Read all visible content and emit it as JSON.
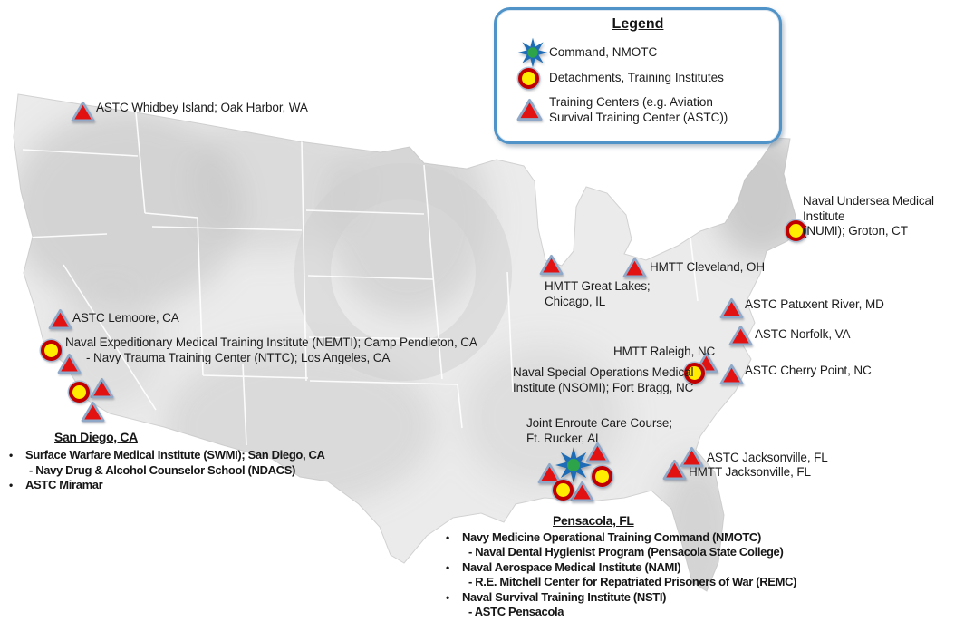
{
  "legend": {
    "title": "Legend",
    "items": [
      {
        "icon": "eight-point-star",
        "label": "Command, NMOTC"
      },
      {
        "icon": "ring-circle",
        "label": "Detachments, Training Institutes"
      },
      {
        "icon": "red-blue-triangle",
        "label": "Training Centers (e.g. Aviation\nSurvival Training Center (ASTC))"
      }
    ]
  },
  "map_labels": {
    "whidbey": "ASTC Whidbey Island; Oak Harbor, WA",
    "lemoore": "ASTC Lemoore, CA",
    "nemti": "Naval Expeditionary Medical Training Institute (NEMTI); Camp Pendleton, CA",
    "nttc": "-  Navy Trauma Training Center (NTTC); Los Angeles, CA",
    "great_lakes": "HMTT Great Lakes;\nChicago, IL",
    "cleveland": "HMTT Cleveland, OH",
    "numi": "Naval Undersea Medical Institute\n(NUMI); Groton, CT",
    "patuxent": "ASTC Patuxent River, MD",
    "norfolk": "ASTC Norfolk, VA",
    "raleigh": "HMTT Raleigh, NC",
    "nsomi": "Naval Special Operations Medical\nInstitute (NSOMI); Fort Bragg, NC",
    "cherry_point": "ASTC Cherry Point, NC",
    "ft_rucker": "Joint Enroute Care Course;\nFt. Rucker, AL",
    "astc_jacksonville": "ASTC Jacksonville, FL",
    "hmtt_jacksonville": "HMTT Jacksonville, FL"
  },
  "san_diego": {
    "title": "San Diego, CA",
    "bullet1": "Surface Warfare Medical Institute (SWMI); San Diego, CA",
    "bullet1_sub": "- Navy Drug & Alcohol Counselor School (NDACS)",
    "bullet2": "ASTC Miramar"
  },
  "pensacola": {
    "title": "Pensacola, FL",
    "bullet1": "Navy Medicine Operational Training Command (NMOTC)",
    "bullet1_sub": "- Naval Dental Hygienist Program (Pensacola State College)",
    "bullet2": "Naval Aerospace Medical Institute (NAMI)",
    "bullet2_sub": "- R.E. Mitchell Center for Repatriated Prisoners of War (REMC)",
    "bullet3": "Naval Survival Training Institute (NSTI)",
    "bullet3_sub": "- ASTC Pensacola"
  },
  "glyphs": {
    "bullet": "•"
  },
  "colors": {
    "legend_border": "#4f93c9",
    "triangle_fill": "#e31212",
    "triangle_border": "#8fa8c8",
    "circle_fill": "#ffec00",
    "circle_border": "#c00000",
    "star_blue": "#1e6cb5",
    "star_center_green": "#2ea44a"
  }
}
